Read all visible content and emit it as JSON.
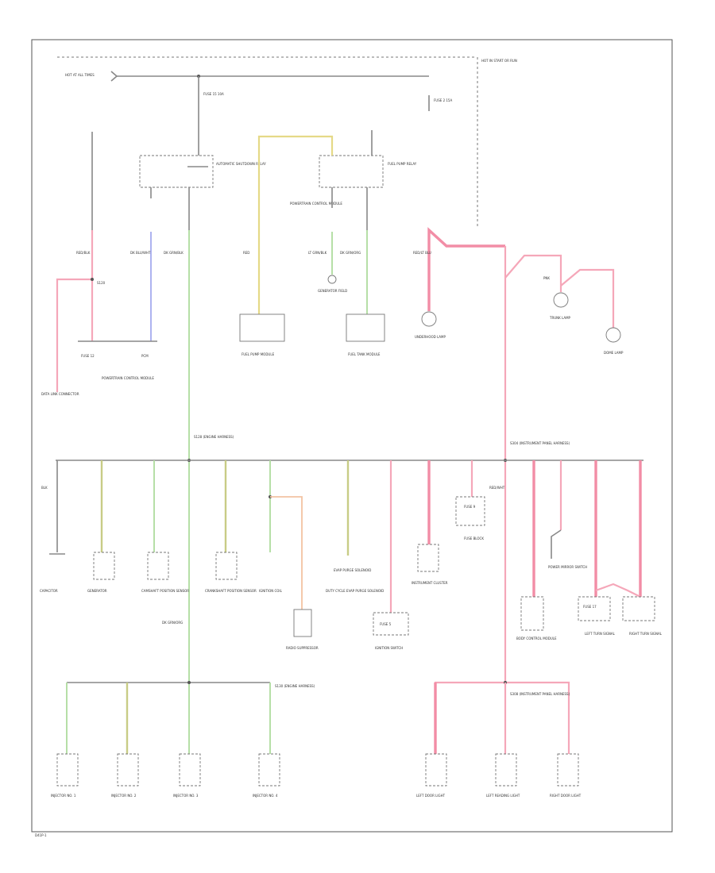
{
  "diagram": {
    "figure_id": "D41P-1"
  },
  "colors": {
    "frame": "#555555",
    "black_wire": "#888888",
    "green_wire": "#b6dfa7",
    "yellow_green_wire": "#c8cc86",
    "yellow_wire": "#e5d987",
    "blue_wire": "#aeb3f0",
    "pink_wire": "#f5a7b9",
    "red_wire": "#f28da6",
    "orange_wire": "#f3c3a2"
  },
  "labels": {
    "power_source_left": "HOT AT ALL TIMES",
    "power_source_right": "HOT IN START OR RUN",
    "fuse_top": "FUSE 15 10A",
    "fuse_mid": "FUSE 2 15A",
    "relay_left": "AUTOMATIC SHUTDOWN RELAY",
    "relay_right": "FUEL PUMP RELAY",
    "pcm_note": "POWERTRAIN CONTROL MODULE",
    "splice_left": "S120",
    "fuse_left": "FUSE 12",
    "pcm_left_a": "PCM",
    "pcm_left_b": "POWERTRAIN CONTROL MODULE",
    "data_link": "DATA LINK CONNECTOR",
    "fuel_pump_module": "FUEL PUMP MODULE",
    "fuel_tank_module": "FUEL TANK MODULE",
    "generator_field": "GENERATOR FIELD",
    "underhood_lamp": "UNDERHOOD LAMP",
    "trunk_lamp": "TRUNK LAMP",
    "dome_lamp": "DOME LAMP",
    "splice_green_top": "S128 (ENGINE HARNESS)",
    "splice_pink_mid": "S304 (INSTRUMENT PANEL HARNESS)",
    "splice_green_bottom": "S130 (ENGINE HARNESS)",
    "splice_pink_bottom": "S308 (INSTRUMENT PANEL HARNESS)",
    "capacitor": "CAPACITOR",
    "generator": "GENERATOR",
    "ect_sensor": "CAMSHAFT POSITION SENSOR",
    "ckp_sensor": "CRANKSHAFT POSITION SENSOR",
    "ignition_coil": "IGNITION COIL",
    "evap_purge": "EVAP PURGE SOLENOID",
    "duty_cycle": "DUTY CYCLE EVAP PURGE SOLENOID",
    "radio_suppressor": "RADIO SUPPRESSOR",
    "ign_switch": "IGNITION SWITCH",
    "instrument_cluster": "INSTRUMENT CLUSTER",
    "fuse_5": "FUSE 5",
    "fuse_9": "FUSE 9",
    "fuse_17": "FUSE 17",
    "power_mirror": "POWER MIRROR SWITCH",
    "body_control": "BODY CONTROL MODULE",
    "fuse_block": "FUSE BLOCK",
    "left_turn": "LEFT TURN SIGNAL",
    "right_turn": "RIGHT TURN SIGNAL",
    "injector_1": "INJECTOR NO. 1",
    "injector_2": "INJECTOR NO. 2",
    "injector_3": "INJECTOR NO. 3",
    "injector_4": "INJECTOR NO. 4",
    "left_door": "LEFT DOOR LIGHT",
    "left_reading": "LEFT READING LIGHT",
    "right_door": "RIGHT DOOR LIGHT"
  },
  "wire_codes": {
    "w1": "RED/BLK",
    "w2": "DK GRN/BLK",
    "w3": "RED",
    "w4": "LT GRN/BLK",
    "w5": "DK BLU/WHT",
    "w6": "DK GRN/ORG",
    "w7": "BLK",
    "w8": "RED/LT BLU",
    "w9": "PNK",
    "w10": "RED/WHT",
    "w11": "DK GRN/ORG"
  }
}
